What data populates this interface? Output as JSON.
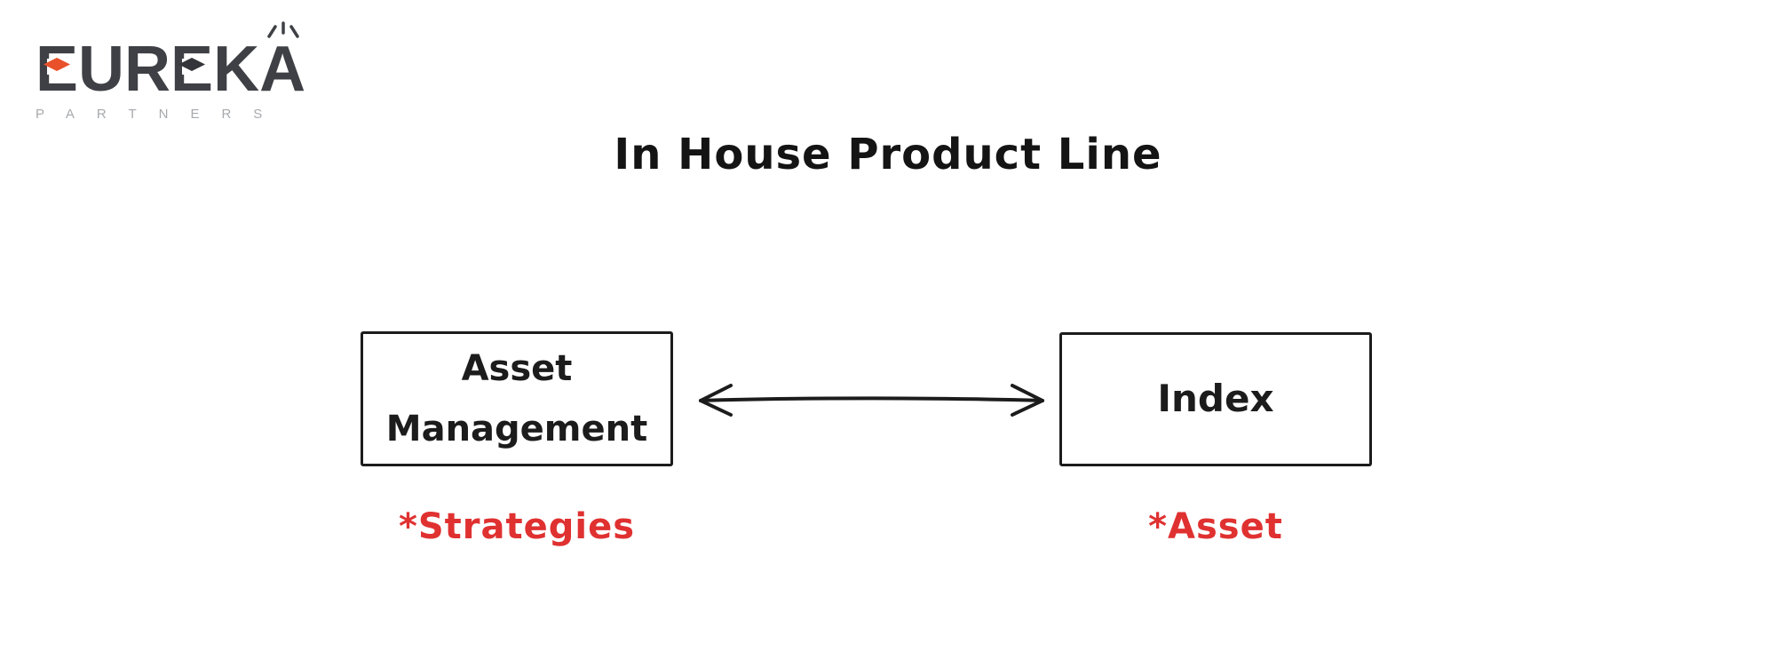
{
  "logo": {
    "brand": "EUREKA",
    "brand_letters": [
      "E",
      "U",
      "R",
      "E",
      "K",
      "A"
    ],
    "subtext": "PARTNERS",
    "brand_color": "#3e4045",
    "accent_color": "#e8512a",
    "subtext_color": "#a7a9ac"
  },
  "title": "In House Product Line",
  "diagram": {
    "stroke_color": "#1c1c1c",
    "note_color": "#e03131",
    "nodes": [
      {
        "id": "asset-management",
        "label": "Asset Management",
        "note": "*Strategies"
      },
      {
        "id": "index",
        "label": "Index",
        "note": "*Asset"
      }
    ],
    "connector": "bidirectional-arrow"
  }
}
